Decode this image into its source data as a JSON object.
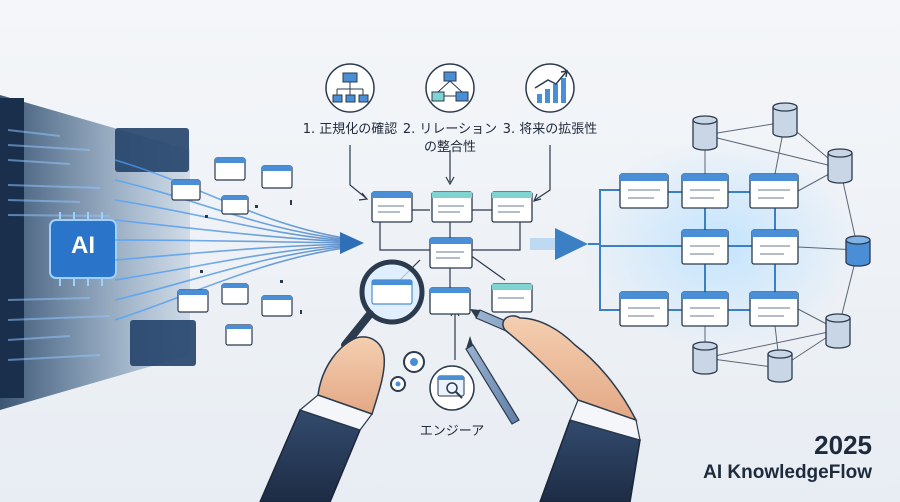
{
  "steps": [
    {
      "label": "1. 正規化の確認",
      "icon": "hierarchy-icon"
    },
    {
      "label_line1": "2. リレーション",
      "label_line2": "の整合性",
      "icon": "relation-icon"
    },
    {
      "label": "3. 将来の拡張性",
      "icon": "growth-chart-icon"
    }
  ],
  "engineer": {
    "label": "エンジーア",
    "icon": "search-window-icon"
  },
  "ai_badge": "AI",
  "brand": {
    "year": "2025",
    "name": "AI KnowledgeFlow"
  },
  "colors": {
    "accent": "#3b7fc4",
    "table_header": "#4a8fd6",
    "teal_header": "#7fd3d0",
    "line": "#2b3a4d",
    "db_fill": "#c9d6e6"
  }
}
